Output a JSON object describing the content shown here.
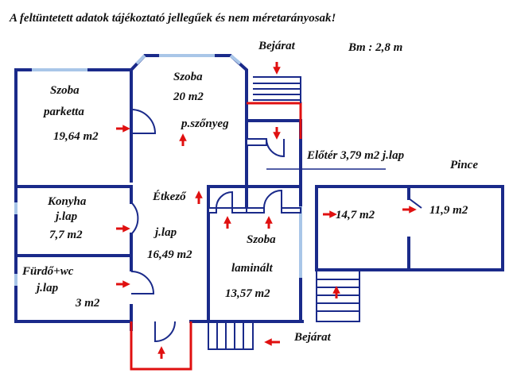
{
  "header": {
    "disclaimer": "A feltüntetett adatok tájékoztató jellegűek és nem méretarányosak!",
    "ceiling_height": "Bm : 2,8 m"
  },
  "entrances": {
    "top": "Bejárat",
    "bottom": "Bejárat"
  },
  "rooms": {
    "szoba_parketta": {
      "name": "Szoba",
      "floor": "parketta",
      "area": "19,64 m2"
    },
    "szoba_szonyeg": {
      "name": "Szoba",
      "area": "20 m2",
      "floor": "p.szőnyeg"
    },
    "eloter": {
      "label": "Előtér 3,79 m2 j.lap"
    },
    "konyha": {
      "name": "Konyha",
      "floor": "j.lap",
      "area": "7,7 m2"
    },
    "etkezo": {
      "name": "Étkező",
      "floor": "j.lap",
      "area": "16,49 m2"
    },
    "szoba_laminalt": {
      "name": "Szoba",
      "floor": "laminált",
      "area": "13,57 m2"
    },
    "furdo": {
      "name": "Fürdő+wc",
      "floor": "j.lap",
      "area": "3 m2"
    },
    "pince": {
      "name": "Pince",
      "room1_area": "14,7 m2",
      "room2_area": "11,9 m2"
    }
  },
  "colors": {
    "wall": "#1a2a8a",
    "window": "#a9c6e8",
    "arrow": "#e01010",
    "stairs": "#1a2a8a",
    "text": "#111111"
  }
}
